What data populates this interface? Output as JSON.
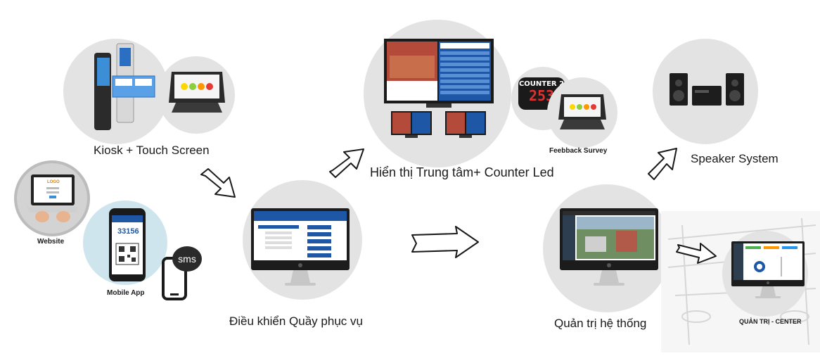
{
  "nodes": {
    "kiosk": {
      "label": "Kiosk + Touch Screen"
    },
    "website": {
      "label": "Website",
      "badge_text": "LOGO"
    },
    "mobile_app": {
      "label": "Mobile App",
      "ticket_number": "33156"
    },
    "sms": {
      "label": "sms"
    },
    "display_center": {
      "label": "Hiển thị Trung tâm+ Counter Led"
    },
    "counter_led": {
      "title": "COUNTER 2",
      "number": "253"
    },
    "feedback_survey": {
      "label": "Feebback Survey"
    },
    "speaker_system": {
      "label": "Speaker System"
    },
    "counter_control": {
      "label": "Điều khiển Quầy phục vụ"
    },
    "system_admin": {
      "label": "Quản trị hệ thống"
    },
    "admin_center": {
      "label": "QUẢN TRỊ - CENTER"
    }
  },
  "colors": {
    "circle_fill": "#e3e3e3",
    "screen_blue": "#1e57a6",
    "led_red": "#e23030",
    "arrow_stroke": "#1a1a1a"
  }
}
